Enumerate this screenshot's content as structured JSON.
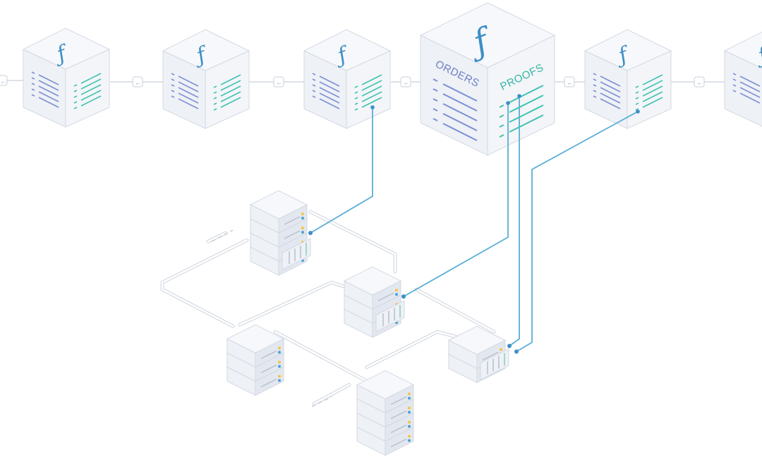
{
  "blocks": {
    "symbol": "ƒ",
    "big_block": {
      "left_label": "ORDERS",
      "right_label": "PROOFS"
    }
  },
  "colors": {
    "primary_blue": "#3d8fc6",
    "teal": "#3fc3b0",
    "line_blue": "#5aaed6",
    "orders_lines": "#7d8fd4",
    "face_light": "#f7f8fb",
    "face_mid": "#eef1f6",
    "face_dark": "#e3e7ef",
    "edge": "#d3d9e3",
    "led_yellow": "#f3c54a",
    "led_blue": "#4aa3d6"
  }
}
